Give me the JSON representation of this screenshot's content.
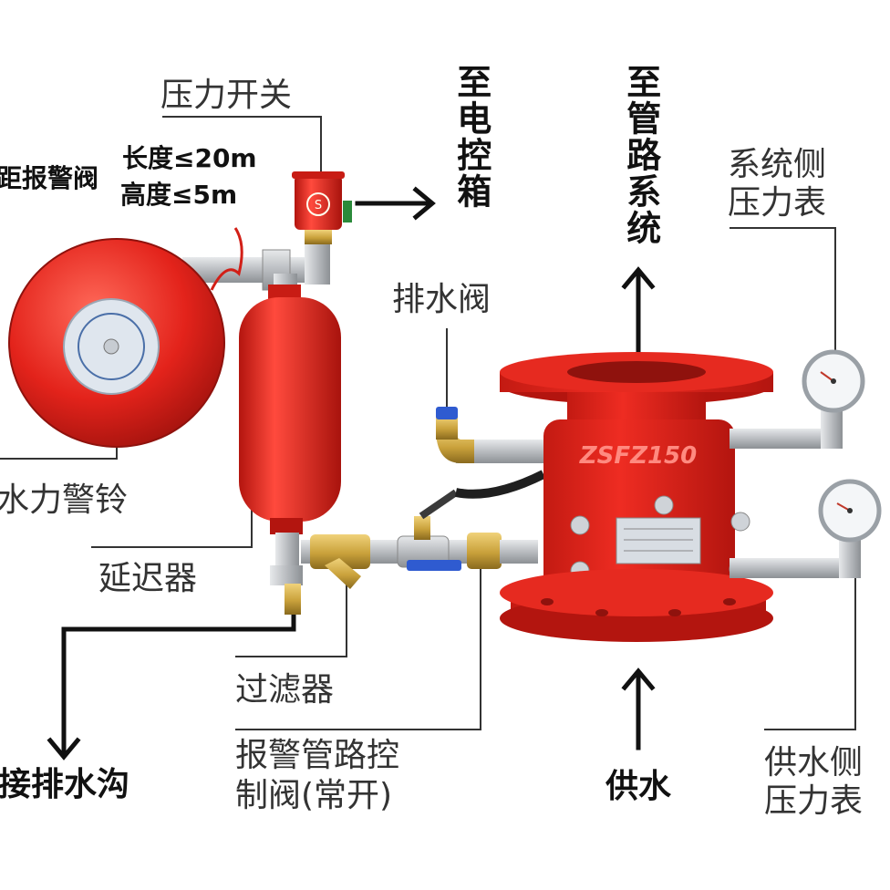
{
  "labels": {
    "pressure_switch": "压力开关",
    "to_alarm_valve": "距报警阀",
    "length_limit": "长度≤20m",
    "height_limit": "高度≤5m",
    "to_control_box": "至电控箱",
    "to_pipe_system": "至管路系统",
    "system_gauge": "系统侧压力表",
    "system_gauge_l1": "系统侧",
    "system_gauge_l2": "压力表",
    "drain_valve": "排水阀",
    "water_bell": "水力警铃",
    "delayer": "延迟器",
    "filter": "过滤器",
    "drain_ditch": "接排水沟",
    "alarm_control_valve_l1": "报警管路控",
    "alarm_control_valve_l2": "制阀(常开)",
    "water_supply": "供水",
    "supply_gauge_l1": "供水侧",
    "supply_gauge_l2": "压力表"
  },
  "nameplate": {
    "model": "ZSFZ150"
  },
  "colors": {
    "valve_red": "#e3231b",
    "dark_red": "#b3150f",
    "pipe_gray": "#b9bcc0",
    "brass": "#c9a13b",
    "line": "#333333",
    "arrow": "#111111"
  }
}
